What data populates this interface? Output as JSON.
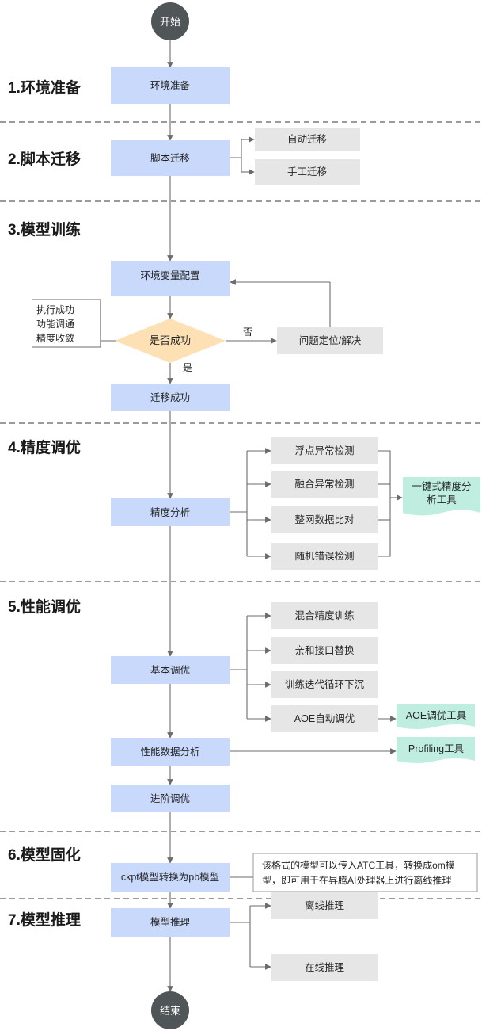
{
  "terminals": {
    "start": "开始",
    "end": "结束"
  },
  "sections": {
    "s1": "1.环境准备",
    "s2": "2.脚本迁移",
    "s3": "3.模型训练",
    "s4": "4.精度调优",
    "s5": "5.性能调优",
    "s6": "6.模型固化",
    "s7": "7.模型推理"
  },
  "nodes": {
    "env_prep": "环境准备",
    "script_migration": "脚本迁移",
    "auto_migration": "自动迁移",
    "manual_migration": "手工迁移",
    "env_var_config": "环境变量配置",
    "is_success": "是否成功",
    "problem_locate": "问题定位/解决",
    "migration_success": "迁移成功",
    "precision_analysis": "精度分析",
    "float_anomaly": "浮点异常检测",
    "fusion_anomaly": "融合异常检测",
    "network_compare": "整网数据比对",
    "random_error": "随机错误检测",
    "basic_tuning": "基本调优",
    "mixed_precision": "混合精度训练",
    "affinity_api": "亲和接口替换",
    "loop_sink": "训练迭代循环下沉",
    "aoe_auto": "AOE自动调优",
    "perf_analysis": "性能数据分析",
    "advanced_tuning": "进阶调优",
    "ckpt_convert": "ckpt模型转换为pb模型",
    "model_inference": "模型推理",
    "offline_inference": "离线推理",
    "online_inference": "在线推理"
  },
  "edge_labels": {
    "no": "否",
    "yes": "是"
  },
  "annotations": {
    "success_criteria": [
      "执行成功",
      "功能调通",
      "精度收敛"
    ],
    "ckpt_note": [
      "该格式的模型可以传入ATC工具，转换成om模",
      "型，即可用于在昇腾AI处理器上进行离线推理"
    ]
  },
  "tools": {
    "precision_tool": [
      "一键式精度分",
      "析工具"
    ],
    "aoe_tool": "AOE调优工具",
    "profiling_tool": "Profiling工具"
  },
  "colors": {
    "process_box": "#c9d9fb",
    "sub_box": "#e6e6e6",
    "tool_doc": "#bfeee0",
    "decision": "#fde0b3",
    "terminal": "#505557"
  }
}
